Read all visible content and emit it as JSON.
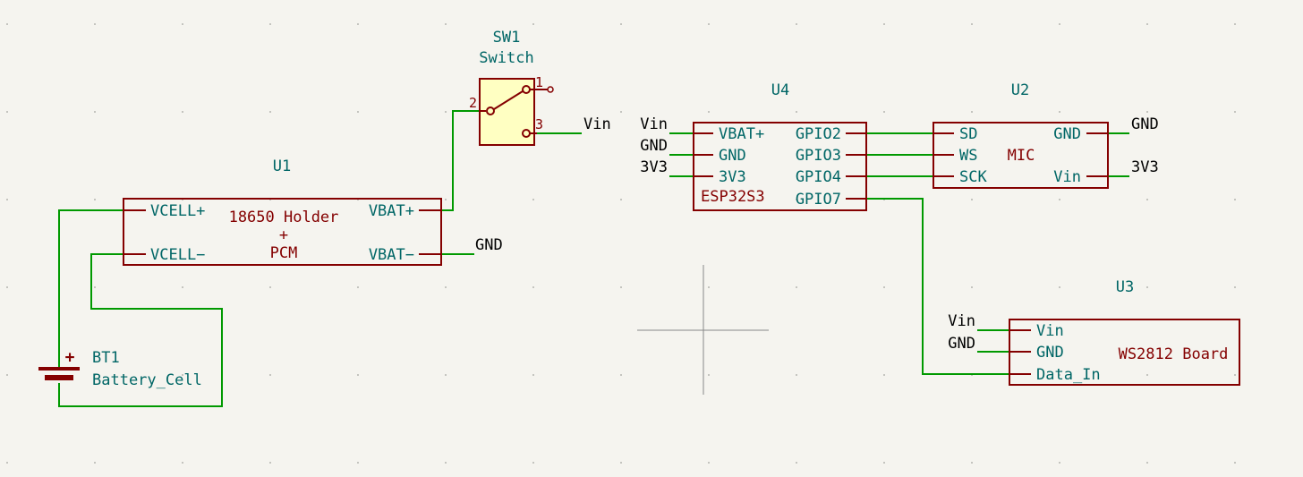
{
  "colors": {
    "background": "#f5f4ef",
    "wire": "#009900",
    "component_outline": "#840000",
    "pin_text": "#006666",
    "net_label": "#000000",
    "switch_fill": "#ffffc2"
  },
  "sw1": {
    "ref": "SW1",
    "value": "Switch",
    "pin1": "1",
    "pin2": "2",
    "pin3": "3",
    "net": "Vin"
  },
  "u1": {
    "ref": "U1",
    "body_line1": "18650 Holder",
    "body_line2": "+",
    "body_line3": "PCM",
    "pin_vcell_pos": "VCELL+",
    "pin_vcell_neg": "VCELL−",
    "pin_vbat_pos": "VBAT+",
    "pin_vbat_neg": "VBAT−",
    "net_vbat_neg": "GND"
  },
  "bt1": {
    "ref": "BT1",
    "value": "Battery_Cell",
    "plus": "+"
  },
  "u4": {
    "ref": "U4",
    "body": "ESP32S3",
    "pins_left": [
      "VBAT+",
      "GND",
      "3V3"
    ],
    "pins_right": [
      "GPIO2",
      "GPIO3",
      "GPIO4",
      "GPIO7"
    ],
    "nets_left": [
      "Vin",
      "GND",
      "3V3"
    ]
  },
  "u2": {
    "ref": "U2",
    "body": "MIC",
    "pins_left": [
      "SD",
      "WS",
      "SCK"
    ],
    "pins_right": [
      "GND",
      "Vin"
    ],
    "nets_right": [
      "GND",
      "3V3"
    ]
  },
  "u3": {
    "ref": "U3",
    "body": "WS2812 Board",
    "pins_left": [
      "Vin",
      "GND",
      "Data_In"
    ],
    "nets_left": [
      "Vin",
      "GND"
    ]
  }
}
